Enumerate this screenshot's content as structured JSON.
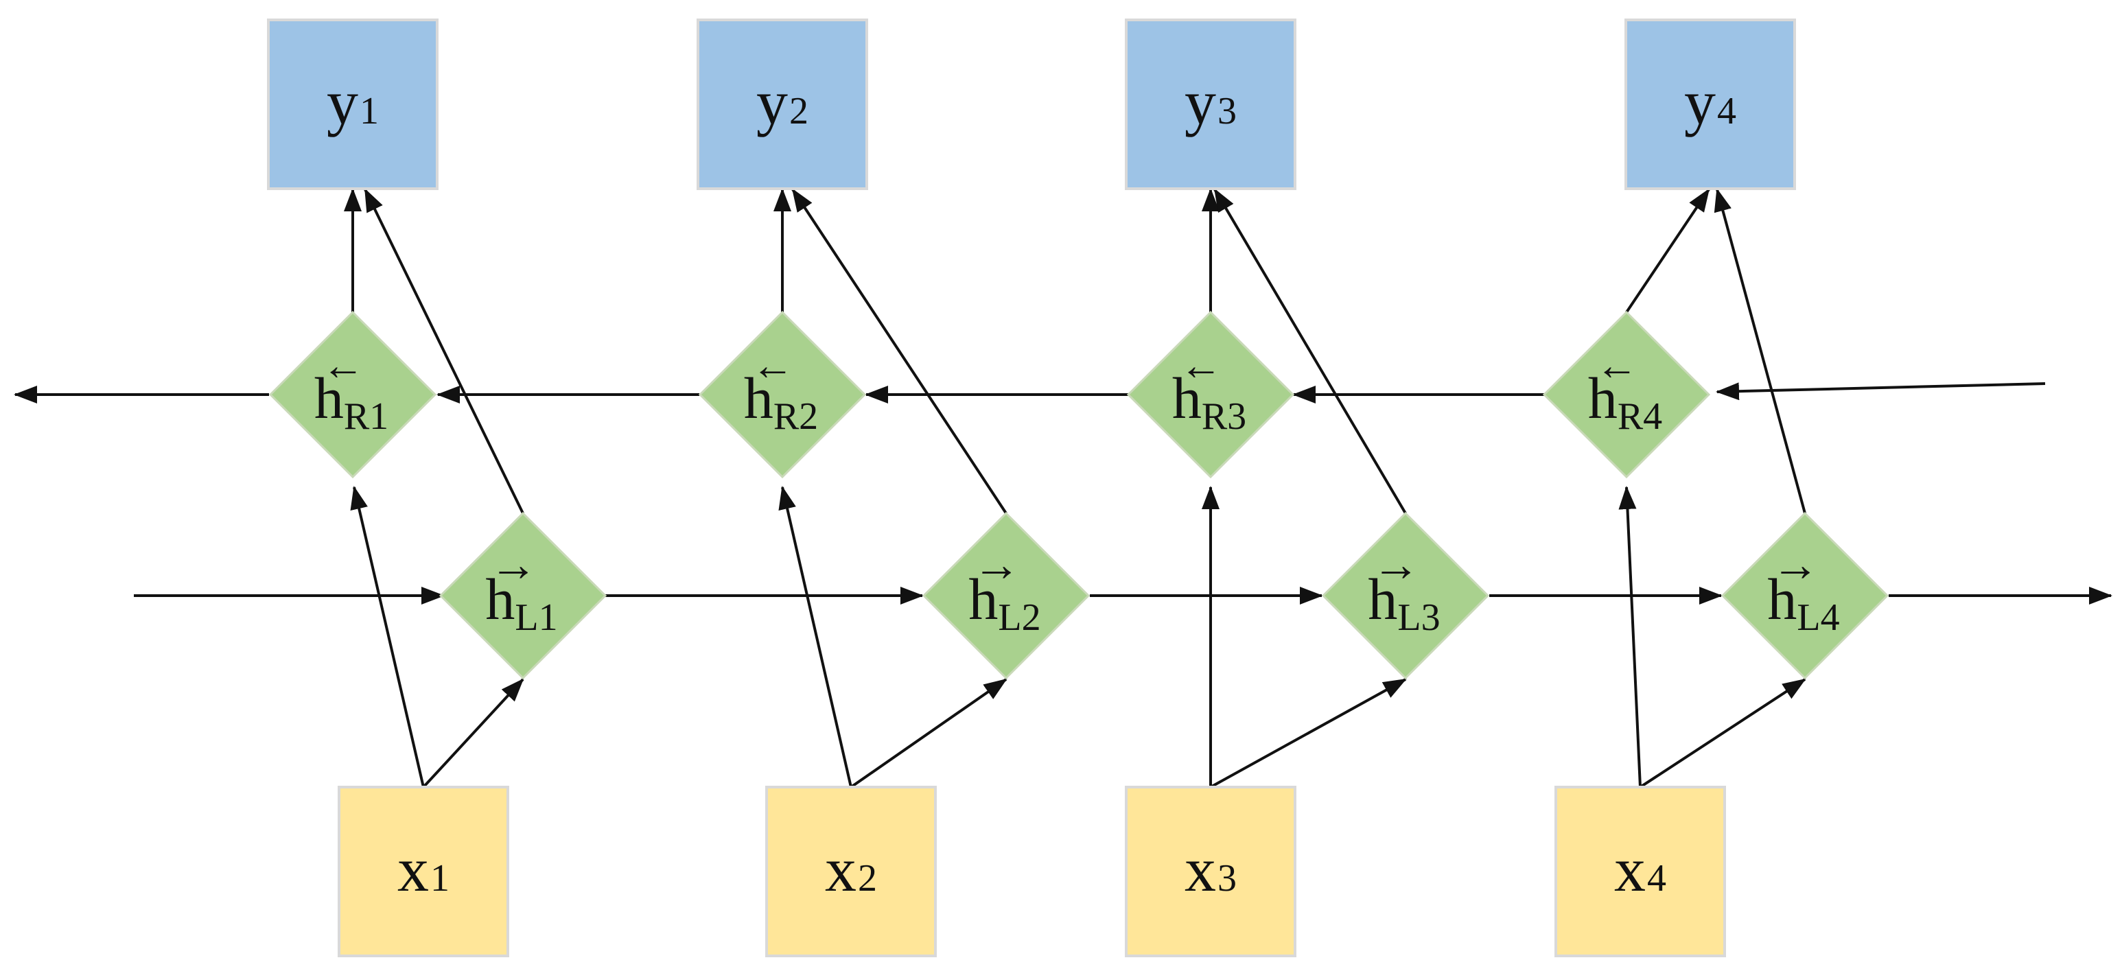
{
  "colors": {
    "output_fill": "#9dc3e6",
    "input_fill": "#ffe699",
    "hidden_fill": "#a9d18e",
    "box_stroke": "#d9d9d9",
    "arrow": "#111111"
  },
  "outputs": [
    {
      "main": "y",
      "sub": "1"
    },
    {
      "main": "y",
      "sub": "2"
    },
    {
      "main": "y",
      "sub": "3"
    },
    {
      "main": "y",
      "sub": "4"
    }
  ],
  "inputs": [
    {
      "main": "x",
      "sub": "1"
    },
    {
      "main": "x",
      "sub": "2"
    },
    {
      "main": "x",
      "sub": "3"
    },
    {
      "main": "x",
      "sub": "4"
    }
  ],
  "backward_states": [
    {
      "main": "h",
      "sub": "R1",
      "accent": "←"
    },
    {
      "main": "h",
      "sub": "R2",
      "accent": "←"
    },
    {
      "main": "h",
      "sub": "R3",
      "accent": "←"
    },
    {
      "main": "h",
      "sub": "R4",
      "accent": "←"
    }
  ],
  "forward_states": [
    {
      "main": "h",
      "sub": "L1",
      "accent": "→"
    },
    {
      "main": "h",
      "sub": "L2",
      "accent": "→"
    },
    {
      "main": "h",
      "sub": "L3",
      "accent": "→"
    },
    {
      "main": "h",
      "sub": "L4",
      "accent": "→"
    }
  ]
}
